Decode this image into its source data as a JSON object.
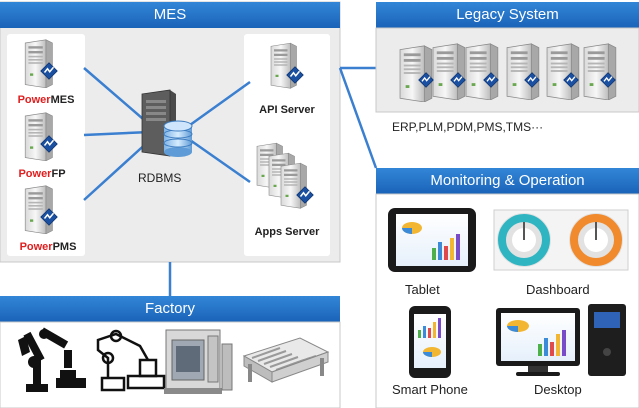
{
  "mes": {
    "title": "MES",
    "products": [
      {
        "prefix": "Power",
        "suffix": "MES"
      },
      {
        "prefix": "Power",
        "suffix": "FP"
      },
      {
        "prefix": "Power",
        "suffix": "PMS"
      }
    ],
    "rdbms_label": "RDBMS",
    "api_server_label": "API Server",
    "apps_server_label": "Apps Server"
  },
  "legacy": {
    "title": "Legacy System",
    "systems_label": "ERP,PLM,PDM,PMS,TMS···"
  },
  "monitoring": {
    "title": "Monitoring & Operation",
    "devices": [
      "Tablet",
      "Dashboard",
      "Smart Phone",
      "Desktop"
    ]
  },
  "factory": {
    "title": "Factory"
  },
  "colors": {
    "header_blue": "#1f6fc5",
    "connector_blue": "#3a7fd0",
    "panel_gray": "#ececec",
    "card_white": "#ffffff",
    "power_red": "#e02020"
  },
  "icons": [
    "server-icon",
    "database-icon",
    "tablet-icon",
    "dashboard-gauge-icon",
    "smartphone-icon",
    "desktop-icon",
    "robot-arm-icon",
    "cnc-machine-icon",
    "conveyor-icon"
  ]
}
